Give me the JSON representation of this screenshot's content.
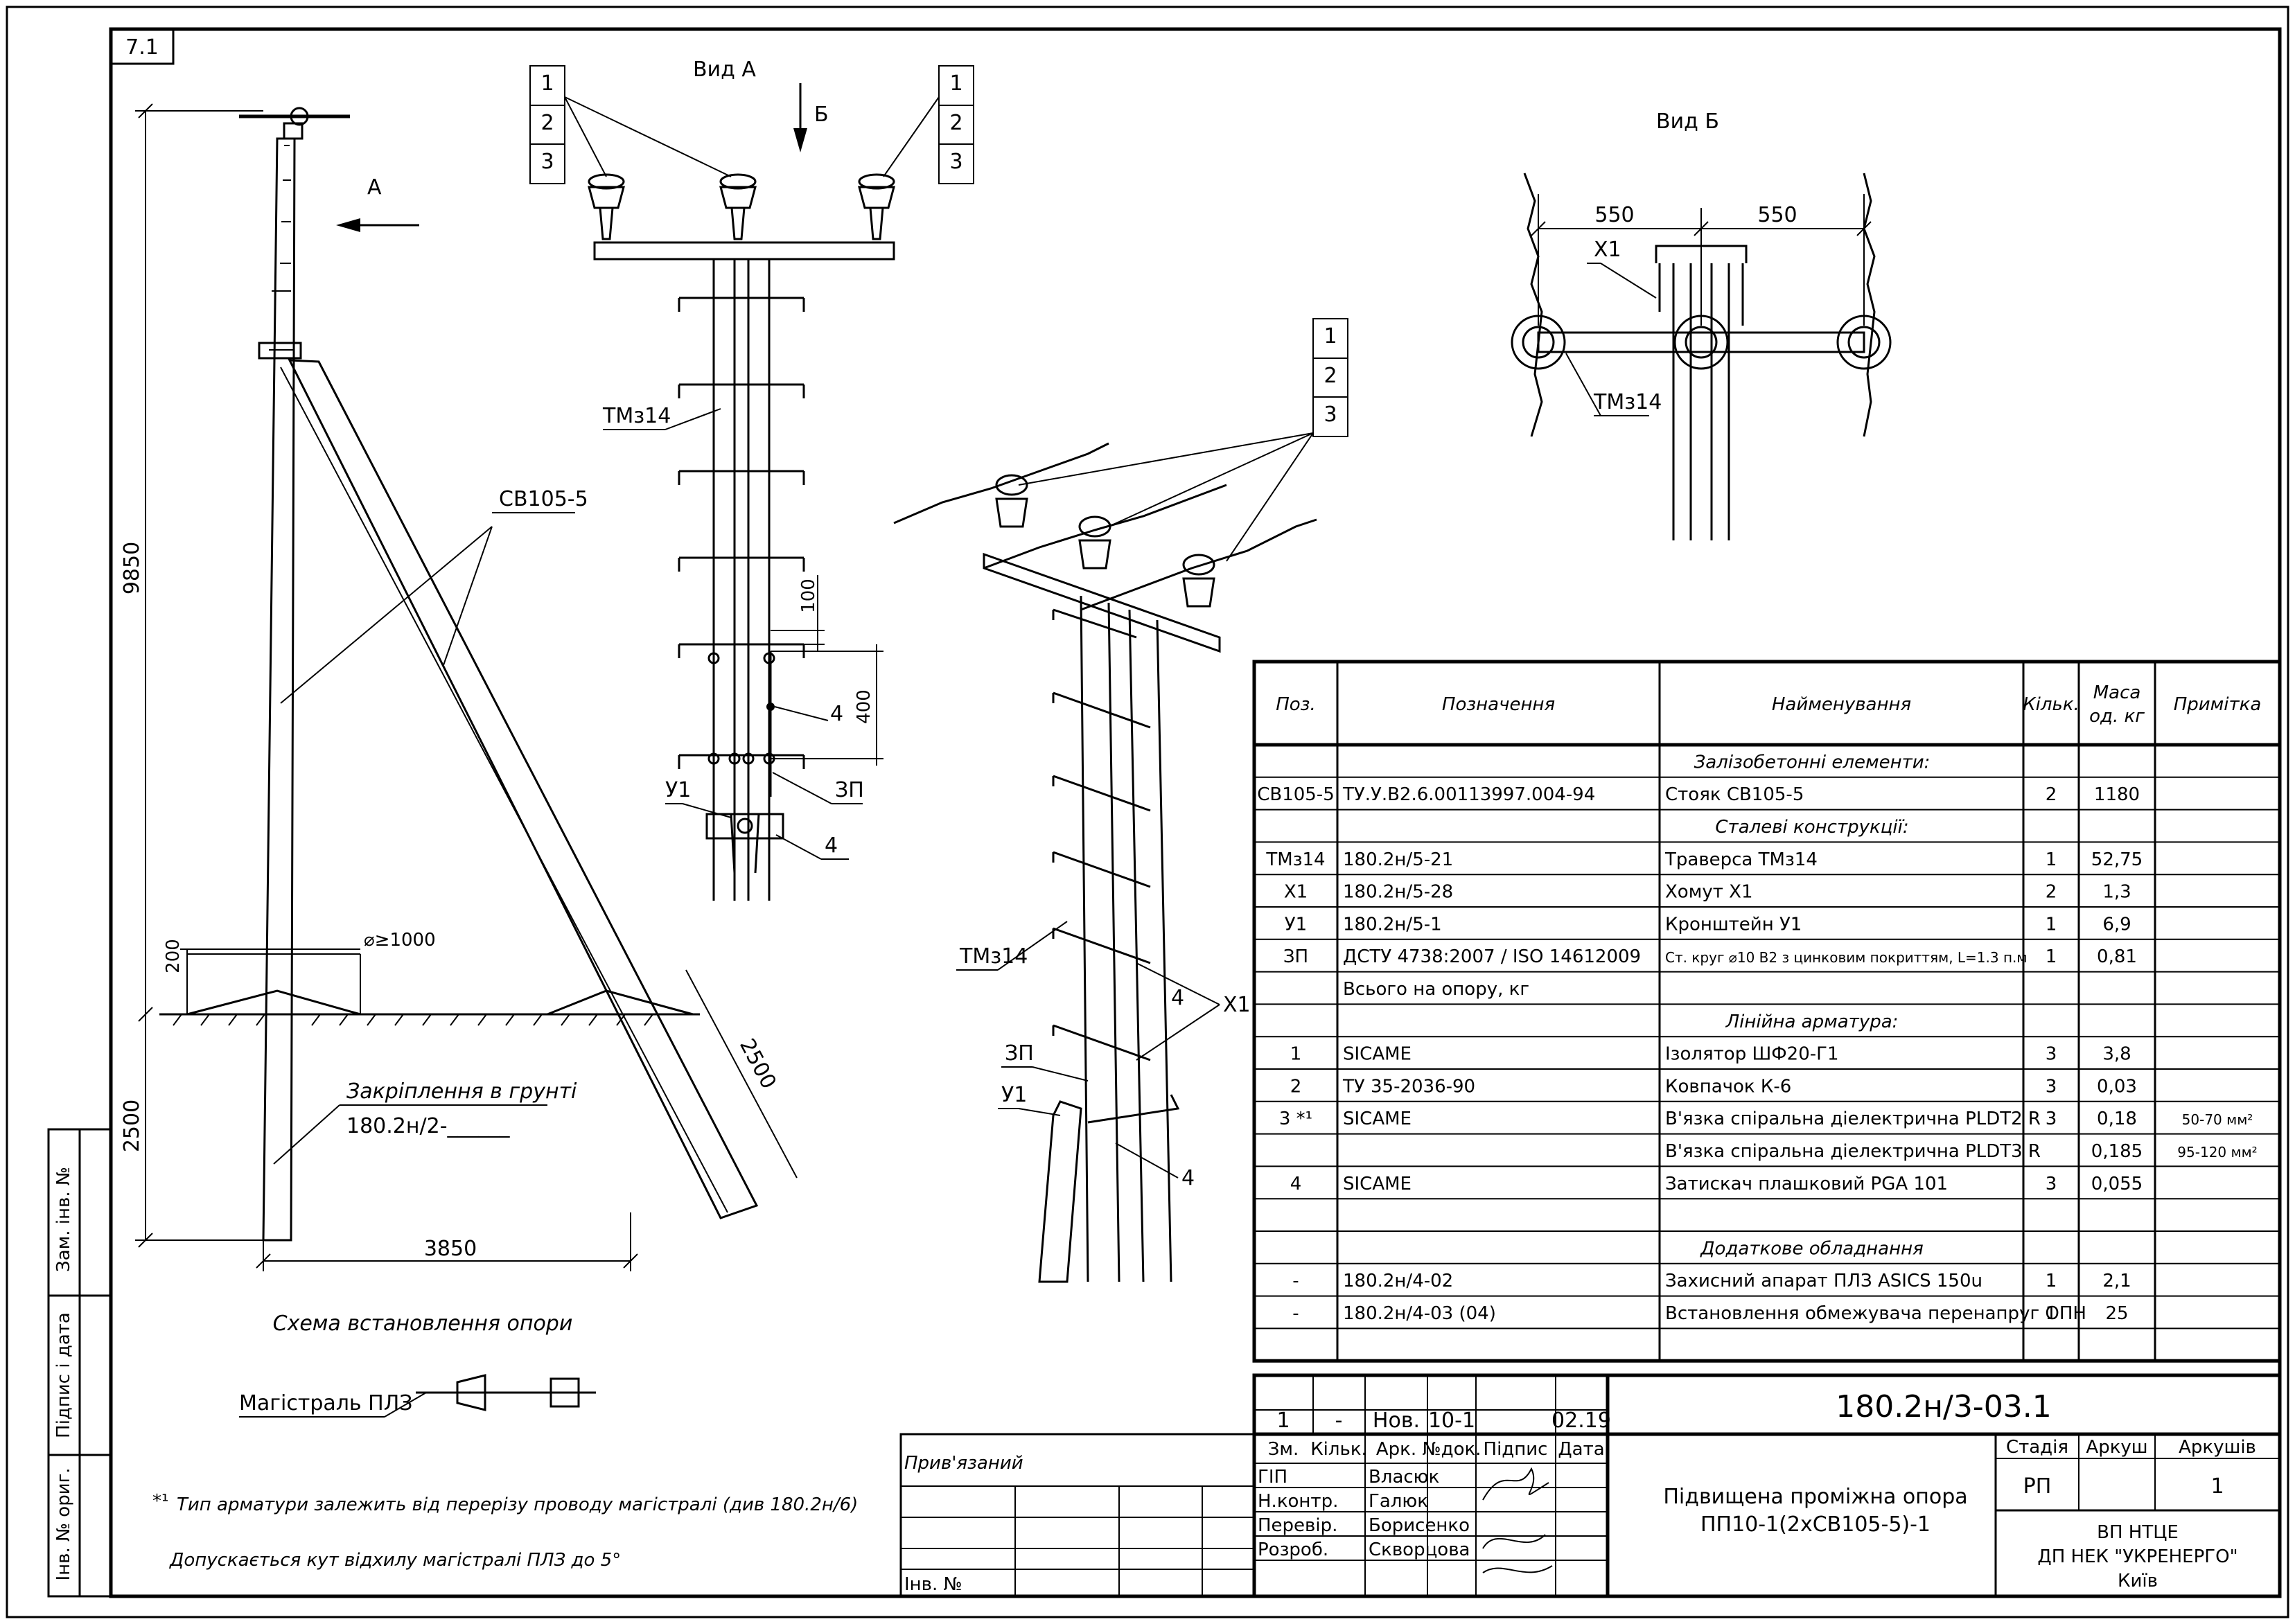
{
  "sheet": {
    "number": "7.1"
  },
  "left_strip": [
    "Зам. інв. №",
    "Підпис і дата",
    "Інв. № ориг."
  ],
  "views": {
    "view_a": "Вид А",
    "view_b": "Вид Б",
    "arrow_a": "А",
    "arrow_b": "Б"
  },
  "labels": {
    "cv105": "СВ105-5",
    "tmz14": "ТМз14",
    "x1": "Х1",
    "y1": "У1",
    "zp": "ЗП",
    "n1": "1",
    "n2": "2",
    "n3": "3",
    "n4": "4",
    "zakriplennia": "Закріплення в грунті",
    "zakriplennia_ref": "180.2н/2-______",
    "diameter": "⌀≥1000"
  },
  "dimensions": {
    "h9850": "9850",
    "h2500": "2500",
    "h200": "200",
    "d3850": "3850",
    "d2500": "2500",
    "d100": "100",
    "d400": "400",
    "d550": "550"
  },
  "scheme": {
    "title": "Схема встановлення опори",
    "label": "Магістраль ПЛЗ"
  },
  "notes": {
    "n1_mark": "*¹",
    "n1": "Тип арматури залежить від перерізу проводу магістралі (див 180.2н/6)",
    "n2": "Допускається кут відхилу магістралі ПЛЗ до 5°"
  },
  "spec_table": {
    "headers": [
      "Поз.",
      "Позначення",
      "Найменування",
      "Кільк.",
      "Маса од. кг",
      "Примітка"
    ],
    "rows": [
      {
        "section": "Залізобетонні елементи:"
      },
      {
        "cells": [
          "СВ105-5",
          "ТУ.У.В2.6.00113997.004-94",
          "Стояк СВ105-5",
          "2",
          "1180",
          ""
        ]
      },
      {
        "section": "Сталеві конструкції:"
      },
      {
        "cells": [
          "ТМз14",
          "180.2н/5-21",
          "Траверса ТМз14",
          "1",
          "52,75",
          ""
        ]
      },
      {
        "cells": [
          "Х1",
          "180.2н/5-28",
          "Хомут Х1",
          "2",
          "1,3",
          ""
        ]
      },
      {
        "cells": [
          "У1",
          "180.2н/5-1",
          "Кронштейн У1",
          "1",
          "6,9",
          ""
        ]
      },
      {
        "cells": [
          "ЗП",
          "ДСТУ 4738:2007 / ISO 14612009",
          "Ст. круг ⌀10 В2 з цинковим покриттям, L=1.3 п.м",
          "1",
          "0,81",
          ""
        ]
      },
      {
        "cells": [
          "",
          "Всього на опору, кг",
          "",
          "",
          "",
          ""
        ]
      },
      {
        "section": "Лінійна арматура:"
      },
      {
        "cells": [
          "1",
          "SICAME",
          "Ізолятор ШФ20-Г1",
          "3",
          "3,8",
          ""
        ]
      },
      {
        "cells": [
          "2",
          "ТУ 35-2036-90",
          "Ковпачок К-6",
          "3",
          "0,03",
          ""
        ]
      },
      {
        "cells": [
          "3 *¹",
          "SICAME",
          "В'язка спіральна діелектрична PLDT2 R",
          "3",
          "0,18",
          "50-70 мм²"
        ]
      },
      {
        "cells": [
          "",
          "",
          "В'язка спіральна діелектрична PLDT3 R",
          "",
          "0,185",
          "95-120 мм²"
        ]
      },
      {
        "cells": [
          "4",
          "SICAME",
          "Затискач плашковий PGA 101",
          "3",
          "0,055",
          ""
        ]
      },
      {
        "cells": [
          "",
          "",
          "",
          "",
          "",
          ""
        ]
      },
      {
        "section": "Додаткове обладнання"
      },
      {
        "cells": [
          "-",
          "180.2н/4-02",
          "Захисний апарат ПЛЗ ASICS 150u",
          "1",
          "2,1",
          ""
        ]
      },
      {
        "cells": [
          "-",
          "180.2н/4-03 (04)",
          "Встановлення обмежувача перенапруг ОПН",
          "1",
          "25",
          ""
        ]
      },
      {
        "cells": [
          "",
          "",
          "",
          "",
          "",
          ""
        ]
      }
    ]
  },
  "title_block": {
    "code": "180.2н/3-03.1",
    "revision": [
      "1",
      "-",
      "Нов.",
      "10-1",
      "",
      "02.19"
    ],
    "rev_headers": [
      "Зм.",
      "Кільк.",
      "Арк.",
      "№док.",
      "Підпис",
      "Дата"
    ],
    "roles": [
      {
        "role": "ГІП",
        "name": "Власюк"
      },
      {
        "role": "Н.контр.",
        "name": "Галюк"
      },
      {
        "role": "Перевір.",
        "name": "Борисенко"
      },
      {
        "role": "Розроб.",
        "name": "Скворцова"
      }
    ],
    "description": [
      "Підвищена проміжна опора",
      "ПП10-1(2хСВ105-5)-1"
    ],
    "stage_headers": [
      "Стадія",
      "Аркуш",
      "Аркушів"
    ],
    "stage_values": [
      "РП",
      "",
      "1"
    ],
    "org": [
      "ВП НТЦЕ",
      "ДП НЕК \"УКРЕНЕРГО\"",
      "Київ"
    ],
    "pryviazanyi": "Прив'язаний",
    "inv": "Інв. №"
  }
}
